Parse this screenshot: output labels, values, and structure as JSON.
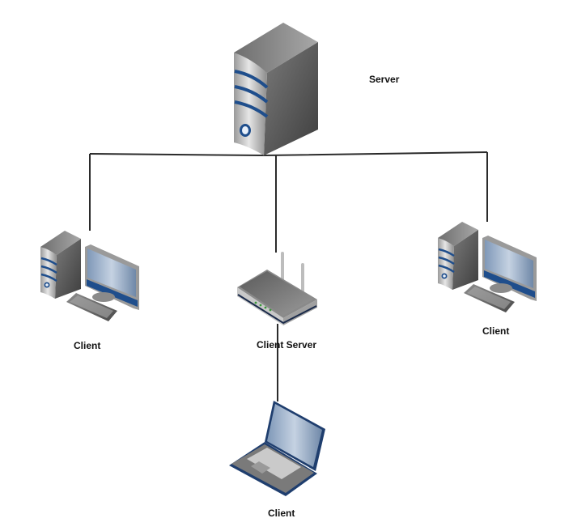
{
  "diagram": {
    "type": "network-topology",
    "nodes": [
      {
        "id": "server",
        "label": "Server",
        "icon": "server-tower-icon"
      },
      {
        "id": "client-left",
        "label": "Client",
        "icon": "desktop-computer-icon"
      },
      {
        "id": "client-server",
        "label": "Client Server",
        "icon": "wireless-router-icon"
      },
      {
        "id": "client-right",
        "label": "Client",
        "icon": "desktop-computer-icon"
      },
      {
        "id": "client-laptop",
        "label": "Client",
        "icon": "laptop-icon"
      }
    ],
    "edges": [
      {
        "from": "server",
        "to": "client-left"
      },
      {
        "from": "server",
        "to": "client-server"
      },
      {
        "from": "server",
        "to": "client-right"
      },
      {
        "from": "client-server",
        "to": "client-laptop"
      }
    ],
    "colors": {
      "line": "#2b2b2b",
      "accent_blue": "#1f4e8c",
      "screen": "#8fa8c8",
      "body_gray": "#8a8a8a"
    }
  }
}
